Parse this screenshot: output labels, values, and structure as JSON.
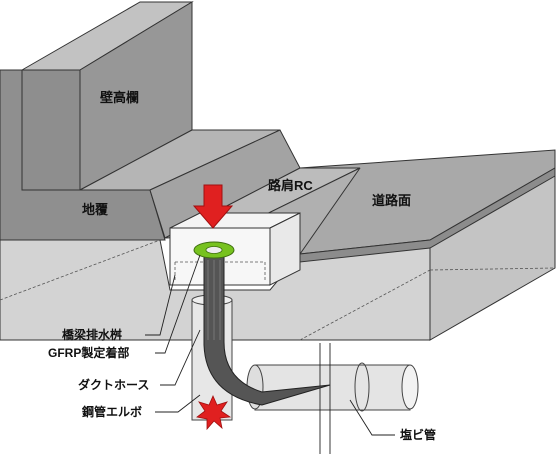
{
  "labels": {
    "wall_railing": "壁高欄",
    "ground_cover": "地覆",
    "shoulder_rc": "路肩RC",
    "road_surface": "道路面",
    "bridge_drain": "橋梁排水桝",
    "gfrp_fitting": "GFRP製定着部",
    "duct_hose": "ダクトホース",
    "steel_elbow": "鋼管エルボ",
    "pvc_pipe": "塩ビ管"
  },
  "colors": {
    "wall_front": "#8f8f8f",
    "wall_top": "#b9b9b9",
    "road_top": "#a8a8a8",
    "slab_front": "#cfcfcf",
    "arrow": "#e02020",
    "gfrp": "#77c21f",
    "leak_star": "#e02020",
    "hose": "#555555"
  },
  "icons": {
    "flow_arrow": "down-arrow-icon",
    "leak_mark": "burst-star-icon"
  }
}
